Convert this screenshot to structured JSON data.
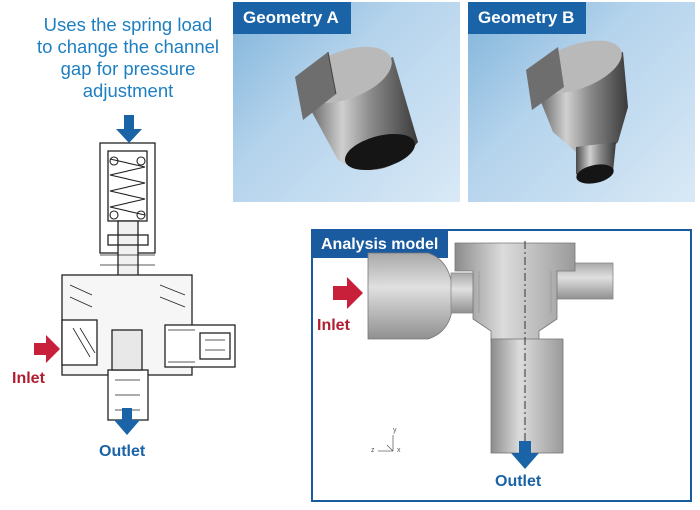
{
  "caption": {
    "lines": [
      "Uses the spring load",
      "to change the channel",
      "gap for pressure",
      "adjustment"
    ]
  },
  "panels": {
    "geometry_a": {
      "label": "Geometry A"
    },
    "geometry_b": {
      "label": "Geometry B"
    },
    "analysis": {
      "label": "Analysis model"
    }
  },
  "valve": {
    "inlet_label": "Inlet",
    "outlet_label": "Outlet"
  },
  "model": {
    "inlet_label": "Inlet",
    "outlet_label": "Outlet",
    "axis_labels": [
      "y",
      "z",
      "x"
    ]
  },
  "colors": {
    "arrow_red": "#c8203a",
    "arrow_blue": "#1a63a6",
    "panel_blue": "#1a63a6",
    "caption_blue": "#1d7fc1"
  }
}
